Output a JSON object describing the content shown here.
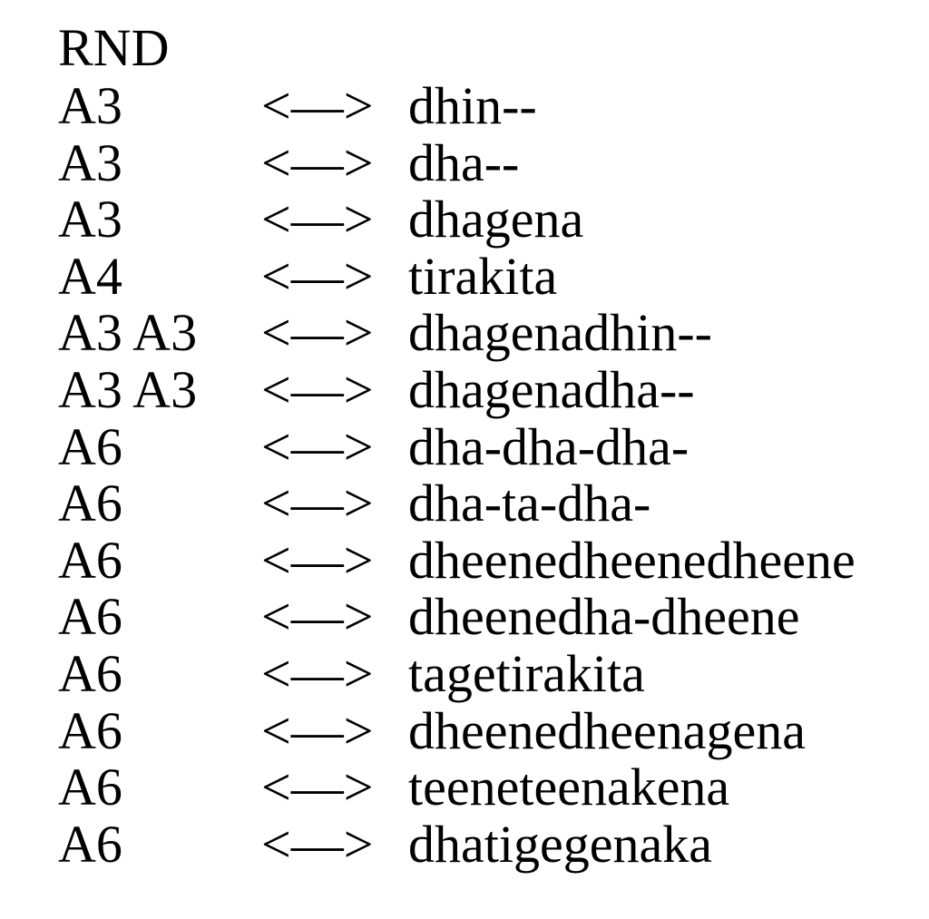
{
  "heading": "RND",
  "rows": [
    {
      "code": "A3",
      "arrow": "<—>",
      "bol": "dhin--"
    },
    {
      "code": "A3",
      "arrow": "<—>",
      "bol": "dha--"
    },
    {
      "code": "A3",
      "arrow": "<—>",
      "bol": "dhagena"
    },
    {
      "code": "A4",
      "arrow": "<—>",
      "bol": "tirakita"
    },
    {
      "code": "A3 A3",
      "arrow": "<—>",
      "bol": "dhagenadhin--"
    },
    {
      "code": "A3 A3",
      "arrow": "<—>",
      "bol": "dhagenadha--"
    },
    {
      "code": "A6",
      "arrow": "<—>",
      "bol": "dha-dha-dha-"
    },
    {
      "code": "A6",
      "arrow": "<—>",
      "bol": "dha-ta-dha-"
    },
    {
      "code": "A6",
      "arrow": "<—>",
      "bol": "dheenedheenedheene"
    },
    {
      "code": "A6",
      "arrow": "<—>",
      "bol": "dheenedha-dheene"
    },
    {
      "code": "A6",
      "arrow": "<—>",
      "bol": "tagetirakita"
    },
    {
      "code": "A6",
      "arrow": "<—>",
      "bol": "dheenedheenagena"
    },
    {
      "code": "A6",
      "arrow": "<—>",
      "bol": "teeneteenakena"
    },
    {
      "code": "A6",
      "arrow": "<—>",
      "bol": "dhatigegenaka"
    }
  ]
}
